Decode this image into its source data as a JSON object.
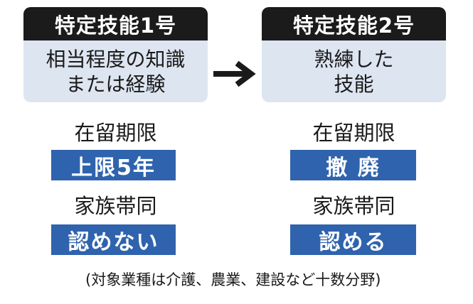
{
  "left": {
    "header": "特定技能1号",
    "desc_line1": "相当程度の知識",
    "desc_line2": "または経験",
    "stay_label": "在留期限",
    "stay_value": "上限5年",
    "family_label": "家族帯同",
    "family_value": "認めない"
  },
  "right": {
    "header": "特定技能2号",
    "desc_line1": "熟練した",
    "desc_line2": "技能",
    "stay_label": "在留期限",
    "stay_value": "撤 廃",
    "family_label": "家族帯同",
    "family_value": "認める"
  },
  "footnote": "(対象業種は介護、農業、建設など十数分野)",
  "colors": {
    "header_bg": "#1b1b1b",
    "desc_bg": "#dde5f1",
    "value_bg": "#2f63ad"
  }
}
